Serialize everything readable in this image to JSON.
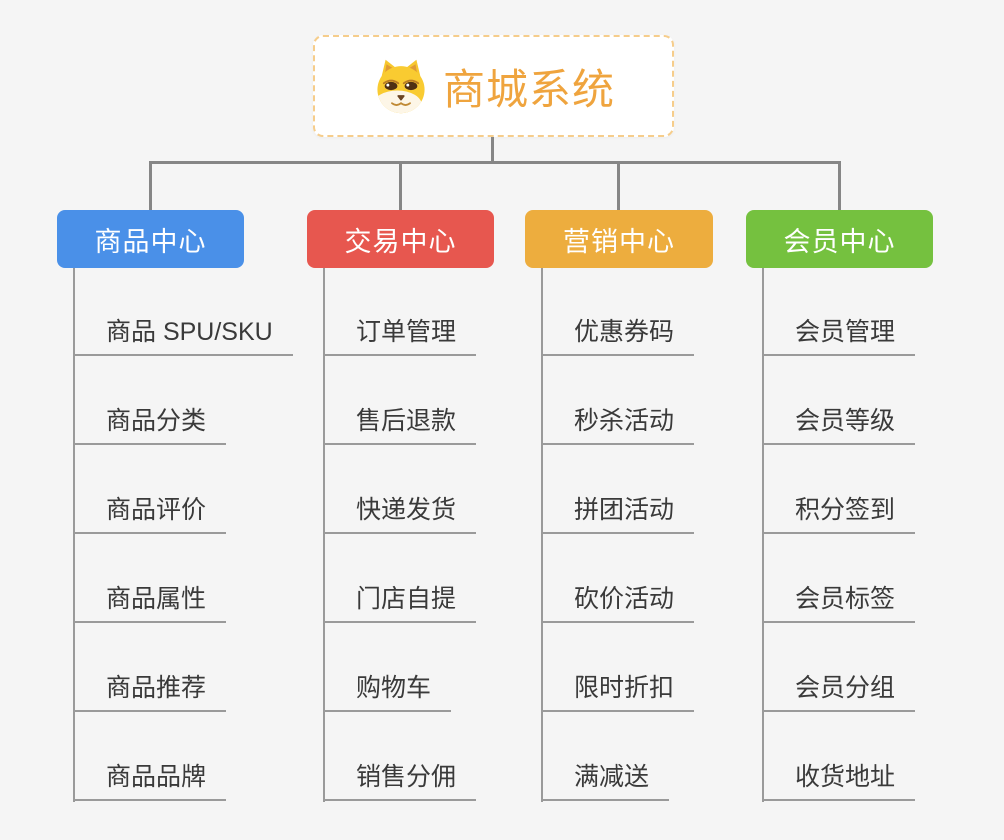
{
  "root": {
    "title": "商城系统",
    "icon": "shiba-dog-icon"
  },
  "branches": [
    {
      "label": "商品中心",
      "color": "#4A90E8",
      "items": [
        "商品 SPU/SKU",
        "商品分类",
        "商品评价",
        "商品属性",
        "商品推荐",
        "商品品牌"
      ]
    },
    {
      "label": "交易中心",
      "color": "#E7574F",
      "items": [
        "订单管理",
        "售后退款",
        "快递发货",
        "门店自提",
        "购物车",
        "销售分佣"
      ]
    },
    {
      "label": "营销中心",
      "color": "#EDAD3E",
      "items": [
        "优惠券码",
        "秒杀活动",
        "拼团活动",
        "砍价活动",
        "限时折扣",
        "满减送"
      ]
    },
    {
      "label": "会员中心",
      "color": "#75C13F",
      "items": [
        "会员管理",
        "会员等级",
        "积分签到",
        "会员标签",
        "会员分组",
        "收货地址"
      ]
    }
  ],
  "colors": {
    "background": "#F5F5F5",
    "connector_line": "#868686",
    "item_underline": "#9A9A9A",
    "root_text": "#EFA43E",
    "root_border": "#F6CD8B",
    "item_text": "#3A3A3A"
  }
}
